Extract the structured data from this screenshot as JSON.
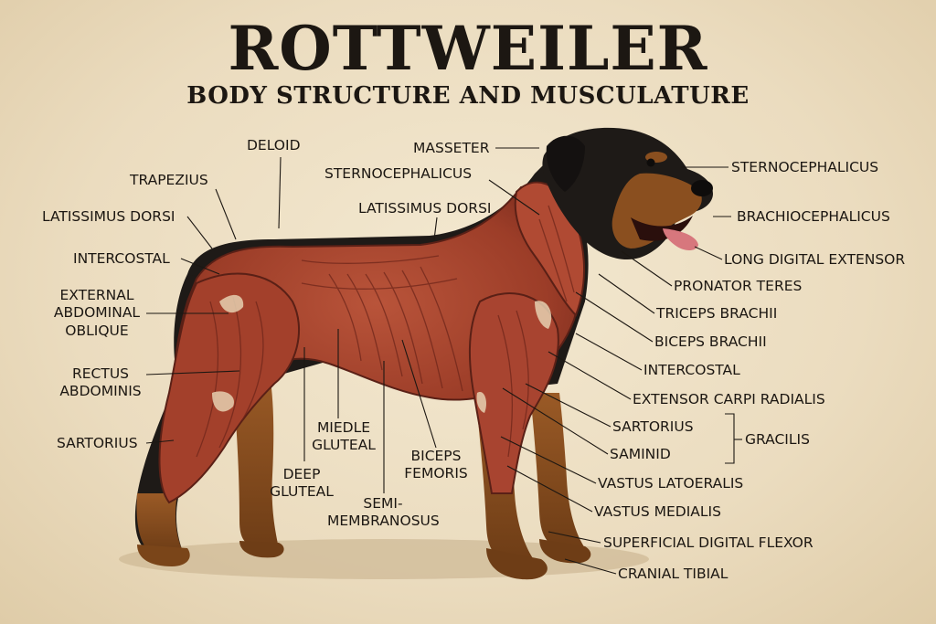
{
  "title": "ROTTWEILER",
  "subtitle": "BODY STRUCTURE AND MUSCULATURE",
  "labels": {
    "deloid": "DELOID",
    "trapezius": "TRAPEZIUS",
    "latissimus_dorsi_left": "LATISSIMUS DORSI",
    "intercostal_left": "INTERCOSTAL",
    "external_abdominal_oblique_1": "EXTERNAL",
    "external_abdominal_oblique_2": "ABDOMINAL",
    "external_abdominal_oblique_3": "OBLIQUE",
    "rectus_abdominis_1": "RECTUS",
    "rectus_abdominis_2": "ABDOMINIS",
    "sartorius_left": "SARTORIUS",
    "miedle_gluteal_1": "MIEDLE",
    "miedle_gluteal_2": "GLUTEAL",
    "deep_gluteal_1": "DEEP",
    "deep_gluteal_2": "GLUTEAL",
    "biceps_femoris_1": "BICEPS",
    "biceps_femoris_2": "FEMORIS",
    "semimembranosus_1": "SEMI-",
    "semimembranosus_2": "MEMBRANOSUS",
    "masseter": "MASSETER",
    "sternocephalicus_center": "STERNOCEPHALICUS",
    "latissimus_dorsi_center": "LATISSIMUS DORSI",
    "sternocephalicus_right": "STERNOCEPHALICUS",
    "brachiocephalicus": "BRACHIOCEPHALICUS",
    "long_digital_extensor": "LONG DIGITAL EXTENSOR",
    "pronator_teres": "PRONATOR TERES",
    "triceps_brachii": "TRICEPS BRACHII",
    "biceps_brachii": "BICEPS BRACHII",
    "intercostal_right": "INTERCOSTAL",
    "extensor_carpi_radialis": "EXTENSOR CARPI RADIALIS",
    "sartorius_right": "SARTORIUS",
    "gracilis": "GRACILIS",
    "saminid": "SAMINID",
    "vastus_latoeralis": "VASTUS LATOERALIS",
    "vastus_medialis": "VASTUS MEDIALIS",
    "superficial_digital_flexor": "SUPERFICIAL DIGITAL FLEXOR",
    "cranial_tibial": "CRANIAL TIBIAL"
  },
  "colors": {
    "background": "#ece0c6",
    "muscle": "#a8442e",
    "muscle_dark": "#7a2c1e",
    "coat_black": "#1e1a17",
    "tan_markings": "#8a4f1f",
    "ink": "#1c1712"
  }
}
